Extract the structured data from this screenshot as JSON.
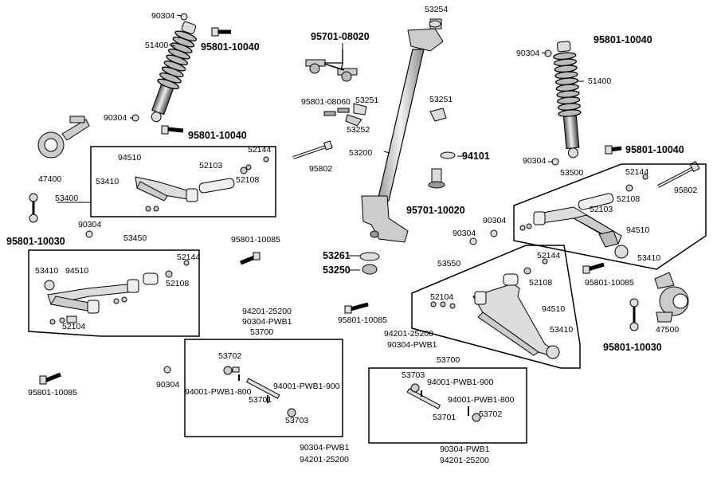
{
  "labels": {
    "p90304_a": "90304",
    "p51400_a": "51400",
    "p95801_10040_a": "95801-10040",
    "p90304_b": "90304",
    "p95801_10040_b": "95801-10040",
    "p47400": "47400",
    "p94510_a": "94510",
    "p52144_a": "52144",
    "p52103_a": "52103",
    "p53410_a": "53410",
    "p52108_a": "52108",
    "p53400": "53400",
    "p90304_c": "90304",
    "p95801_10030_a": "95801-10030",
    "p53450": "53450",
    "p95801_10085_a": "95801-10085",
    "p53410_b": "53410",
    "p94510_b": "94510",
    "p52144_b": "52144",
    "p52108_b": "52108",
    "p52104_a": "52104",
    "p94201_a": "94201-25200",
    "p90304_pwb1_a": "90304-PWB1",
    "p53700_a": "53700",
    "p53702_a": "53702",
    "p90304_d": "90304",
    "p94001_800_a": "94001-PWB1-800",
    "p94001_900_a": "94001-PWB1-900",
    "p53701_a": "53701",
    "p53703_a": "53703",
    "p95801_10085_b": "95801-10085",
    "p90304_pwb1_b": "90304-PWB1",
    "p94201_b": "94201-25200",
    "p53254": "53254",
    "p95701_08020": "95701-08020",
    "p95801_08060": "95801-08060",
    "p53251_a": "53251",
    "p53252": "53252",
    "p53251_b": "53251",
    "p53200": "53200",
    "p95802_a": "95802",
    "p94101": "94101",
    "p95701_10020": "95701-10020",
    "p53261": "53261",
    "p53250": "53250",
    "p95801_10085_c": "95801-10085",
    "p94201_c": "94201-25200",
    "p90304_pwb1_c": "90304-PWB1",
    "p53700_b": "53700",
    "p53703_b": "53703",
    "p94001_900_b": "94001-PWB1-900",
    "p94001_800_b": "94001-PWB1-800",
    "p53701_b": "53701",
    "p53702_b": "53702",
    "p90304_pwb1_d": "90304-PWB1",
    "p94201_d": "94201-25200",
    "p95801_10040_c": "95801-10040",
    "p90304_e": "90304",
    "p51400_b": "51400",
    "p90304_f": "90304",
    "p95801_10040_d": "95801-10040",
    "p53500": "53500",
    "p52144_c": "52144",
    "p95802_b": "95802",
    "p52108_c": "52108",
    "p52103_b": "52103",
    "p90304_g": "90304",
    "p90304_h": "90304",
    "p94510_c": "94510",
    "p53410_c": "53410",
    "p53550": "53550",
    "p52144_d": "52144",
    "p52108_d": "52108",
    "p52104_b": "52104",
    "p95801_10085_d": "95801-10085",
    "p94510_d": "94510",
    "p53410_d": "53410",
    "p47500": "47500",
    "p95801_10030_b": "95801-10030"
  }
}
